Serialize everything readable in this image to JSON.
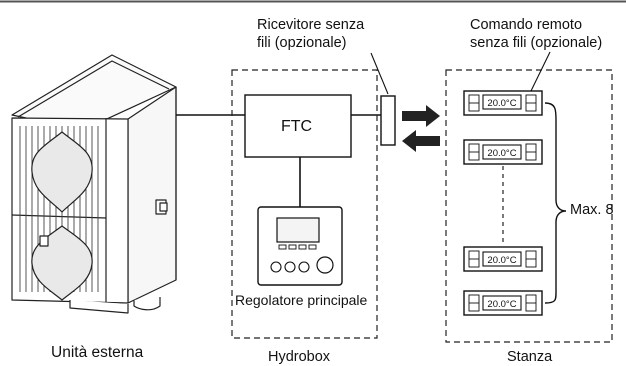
{
  "labels": {
    "outdoor_unit": "Unità esterna",
    "hydrobox": "Hydrobox",
    "room": "Stanza",
    "receiver_line1": "Ricevitore senza",
    "receiver_line2": "fili (opzionale)",
    "remote_line1": "Comando remoto",
    "remote_line2": "senza fili (opzionale)",
    "ftc": "FTC",
    "main_controller": "Regolatore principale",
    "max": "Max. 8"
  },
  "thermostat_display": "20.0°C",
  "thermostat_count_shown": 4
}
